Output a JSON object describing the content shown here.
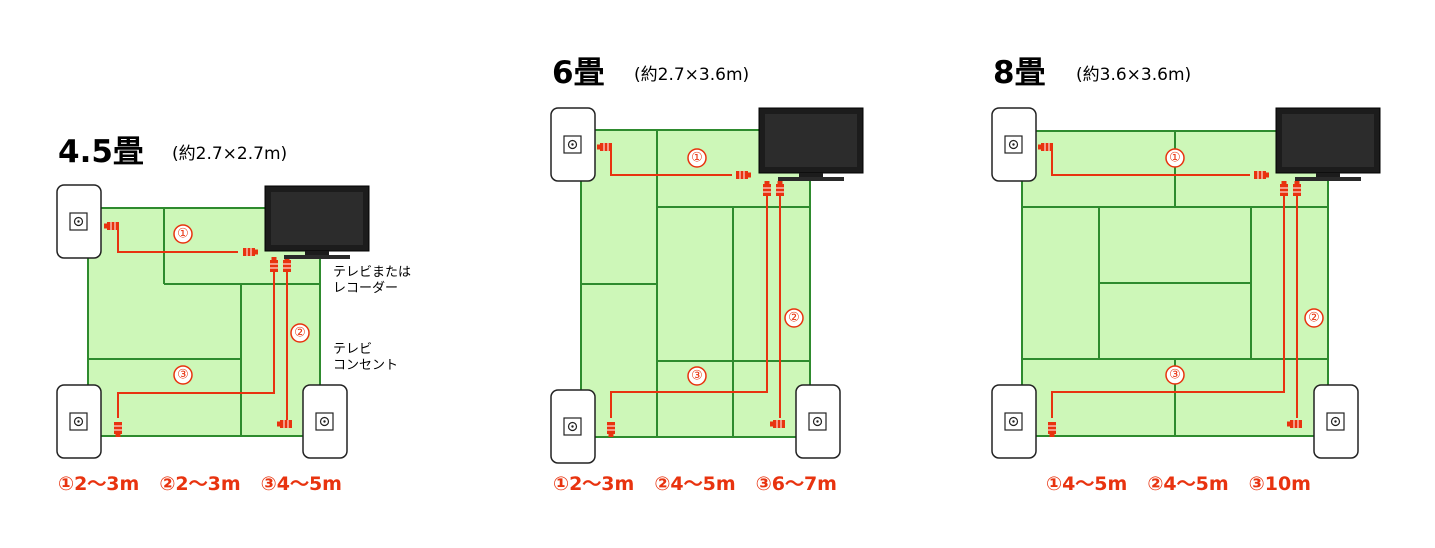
{
  "colors": {
    "mat_fill": "#cdf7b8",
    "mat_border": "#2e8b2e",
    "cable": "#e8330f",
    "label": "#e8330f",
    "tv_body": "#1c1c1c",
    "tv_screen": "#2c2c2c",
    "outlet_border": "#222222"
  },
  "icons": {
    "tv": "television-icon",
    "outlet": "antenna-outlet-icon",
    "plug": "cable-plug-icon"
  },
  "rooms": [
    {
      "title": "4.5畳",
      "size": "(約2.7×2.7m)",
      "cables": [
        {
          "marker": "①",
          "length": "2〜3m"
        },
        {
          "marker": "②",
          "length": "2〜3m"
        },
        {
          "marker": "③",
          "length": "4〜5m"
        }
      ],
      "lengths_line": [
        "①2〜3m",
        "②2〜3m",
        "③4〜5m"
      ],
      "legend": {
        "tv_label": [
          "テレビまたは",
          "レコーダー"
        ],
        "outlet_label": [
          "テレビ",
          "コンセント"
        ]
      }
    },
    {
      "title": "6畳",
      "size": "(約2.7×3.6m)",
      "cables": [
        {
          "marker": "①",
          "length": "2〜3m"
        },
        {
          "marker": "②",
          "length": "4〜5m"
        },
        {
          "marker": "③",
          "length": "6〜7m"
        }
      ],
      "lengths_line": [
        "①2〜3m",
        "②4〜5m",
        "③6〜7m"
      ]
    },
    {
      "title": "8畳",
      "size": "(約3.6×3.6m)",
      "cables": [
        {
          "marker": "①",
          "length": "4〜5m"
        },
        {
          "marker": "②",
          "length": "4〜5m"
        },
        {
          "marker": "③",
          "length": "10m"
        }
      ],
      "lengths_line": [
        "①4〜5m",
        "②4〜5m",
        "③10m"
      ]
    }
  ]
}
